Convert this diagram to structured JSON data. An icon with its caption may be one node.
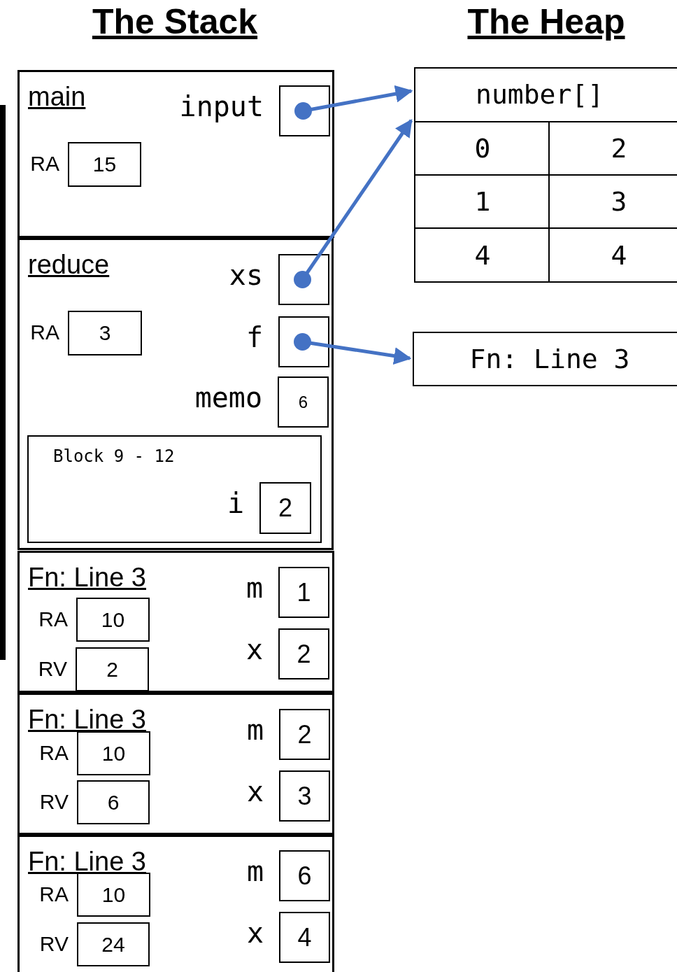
{
  "diagram": {
    "nodes": [
      {
        "text": [
          "main"
        ]
      },
      {
        "text": [],
        "shape": "box",
        "in": 0,
        "beside": [
          "input"
        ]
      },
      {
        "text": [
          "15"
        ],
        "in": 0,
        "beside": [
          "RA"
        ]
      },
      {
        "text": [
          "reduce"
        ]
      },
      {
        "text": [],
        "shape": "box",
        "in": 3,
        "beside": [
          "xs"
        ]
      },
      {
        "text": [
          "3"
        ],
        "in": 3,
        "beside": [
          "RA"
        ]
      },
      {
        "text": [],
        "shape": "box",
        "in": 3,
        "beside": [
          "f"
        ]
      },
      {
        "text": [
          "6"
        ],
        "in": 3,
        "beside": [
          "memo"
        ]
      },
      {
        "text": [
          "Block 9 - 12"
        ],
        "in": 3
      },
      {
        "text": [
          "2"
        ],
        "in": 8,
        "beside": [
          "i"
        ]
      },
      {
        "text": [
          "Fn: Line 3"
        ]
      },
      {
        "text": [
          "1"
        ],
        "in": 10,
        "beside": [
          "m"
        ]
      },
      {
        "text": [
          "10"
        ],
        "in": 10,
        "beside": [
          "RA"
        ]
      },
      {
        "text": [
          "2"
        ],
        "in": 10,
        "beside": [
          "x"
        ]
      },
      {
        "text": [
          "2"
        ],
        "in": 10,
        "beside": [
          "RV"
        ]
      },
      {
        "text": [
          "Fn: Line 3"
        ]
      },
      {
        "text": [
          "2"
        ],
        "in": 15,
        "beside": [
          "m"
        ]
      },
      {
        "text": [
          "10"
        ],
        "in": 15,
        "beside": [
          "RA"
        ]
      },
      {
        "text": [
          "3"
        ],
        "in": 15,
        "beside": [
          "x"
        ]
      },
      {
        "text": [
          "6"
        ],
        "in": 15,
        "beside": [
          "RV"
        ]
      },
      {
        "text": [
          "Fn: Line 3"
        ]
      },
      {
        "text": [
          "6"
        ],
        "in": 20,
        "beside": [
          "m"
        ]
      },
      {
        "text": [
          "10"
        ],
        "in": 20,
        "beside": [
          "RA"
        ]
      },
      {
        "text": [
          "4"
        ],
        "in": 20,
        "beside": [
          "x"
        ]
      },
      {
        "text": [
          "24"
        ],
        "in": 20,
        "beside": [
          "RV"
        ]
      },
      {
        "text": [
          "number[]"
        ]
      },
      {
        "text": [
          "0"
        ],
        "in": 25
      },
      {
        "text": [
          "2"
        ],
        "in": 25
      },
      {
        "text": [
          "1"
        ],
        "in": 25
      },
      {
        "text": [
          "3"
        ],
        "in": 25
      },
      {
        "text": [
          "4"
        ],
        "in": 25
      },
      {
        "text": [
          "4"
        ],
        "in": 25
      },
      {
        "text": [
          "Fn: Line 3"
        ]
      }
    ],
    "edges": [
      {
        "from": 1,
        "to": 25,
        "arrow": "to"
      },
      {
        "from": 4,
        "to": 25,
        "arrow": "to"
      },
      {
        "from": 6,
        "to": 32,
        "arrow": "to"
      }
    ],
    "labels": [
      "The Stack",
      "The Heap"
    ]
  }
}
